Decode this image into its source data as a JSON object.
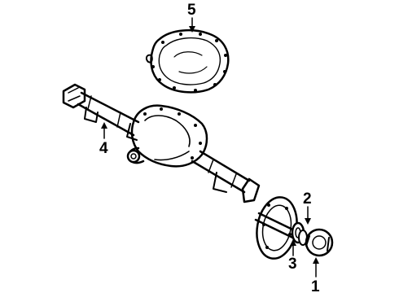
{
  "callouts": [
    {
      "id": "c5",
      "label": "5"
    },
    {
      "id": "c4",
      "label": "4"
    },
    {
      "id": "c2",
      "label": "2"
    },
    {
      "id": "c3",
      "label": "3"
    },
    {
      "id": "c1",
      "label": "1"
    }
  ]
}
